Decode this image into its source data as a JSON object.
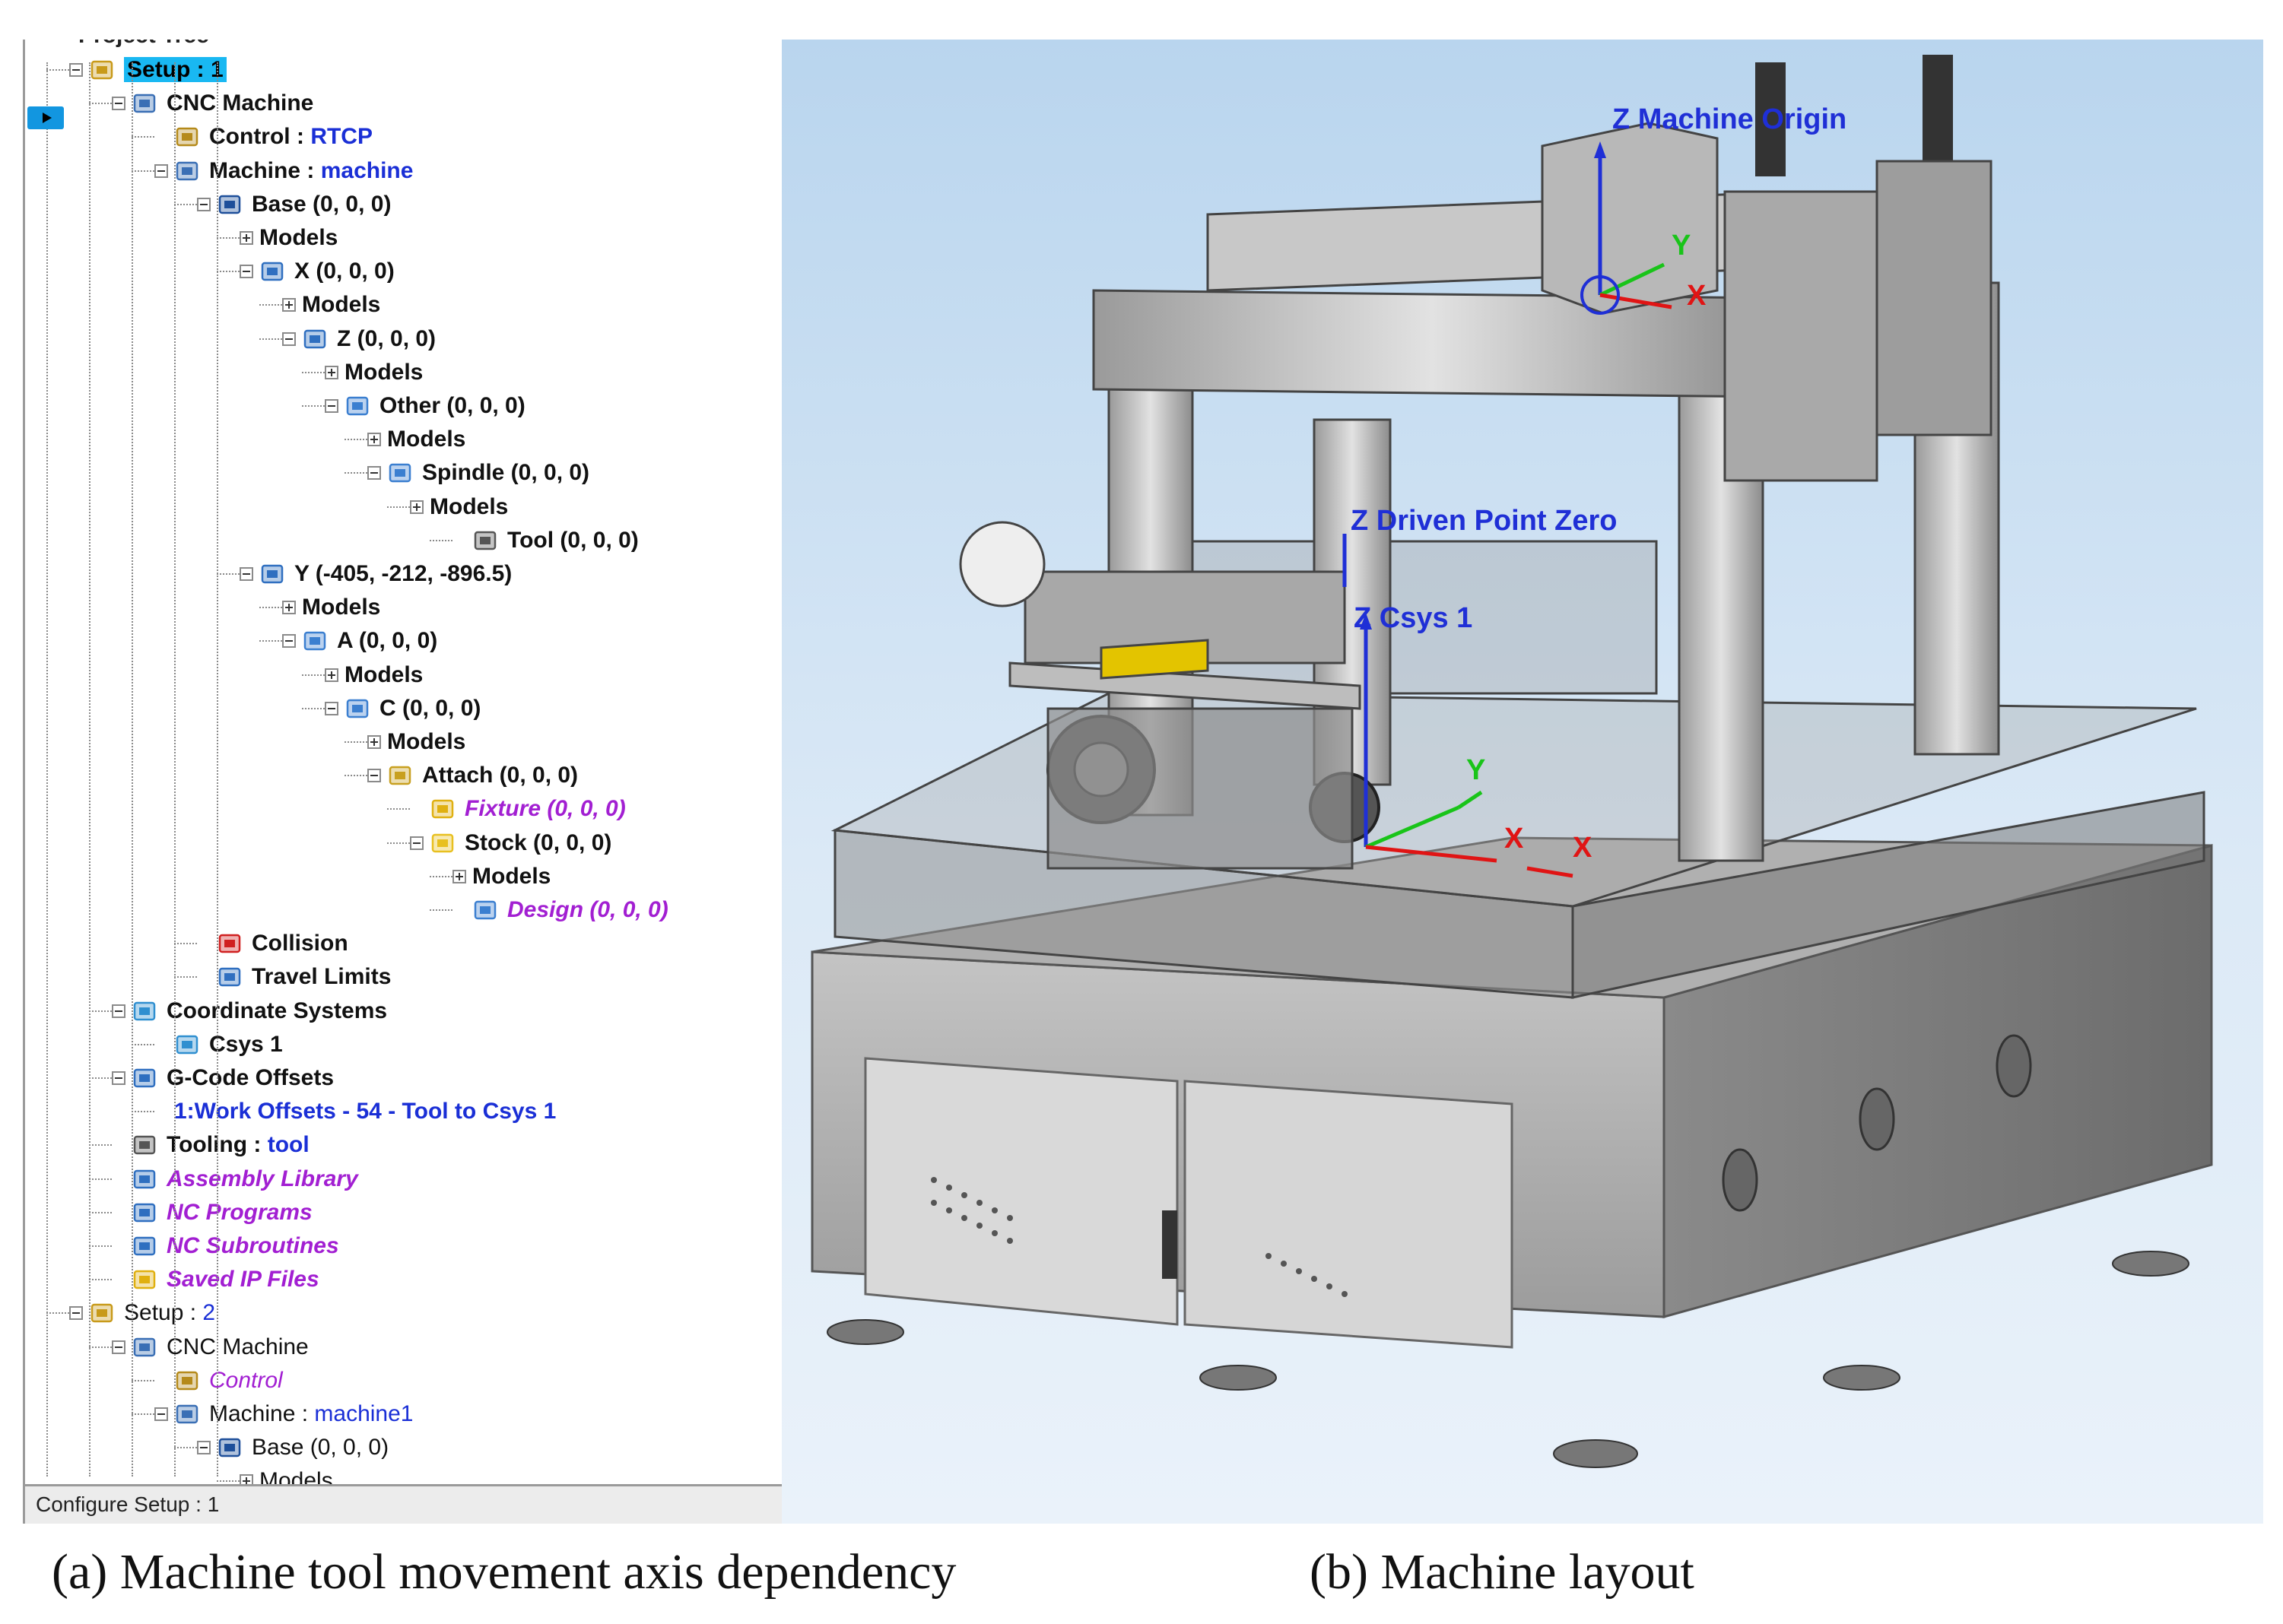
{
  "tree": {
    "top_cut_label": "Project Tree",
    "rows": [
      {
        "label": "Setup : 1",
        "value": "",
        "style": "sel",
        "icon": "setup-icon"
      },
      {
        "label": "CNC Machine",
        "value": "",
        "style": "",
        "icon": "cnc-machine-icon"
      },
      {
        "label": "Control : ",
        "value": "RTCP",
        "style": "",
        "icon": "control-icon"
      },
      {
        "label": "Machine : ",
        "value": "machine",
        "style": "",
        "icon": "machine-icon"
      },
      {
        "label": "Base (0, 0, 0)",
        "value": "",
        "style": "",
        "icon": "base-icon"
      },
      {
        "label": "Models",
        "value": "",
        "style": "",
        "icon": ""
      },
      {
        "label": "X (0, 0, 0)",
        "value": "",
        "style": "",
        "icon": "linear-axis-icon"
      },
      {
        "label": "Models",
        "value": "",
        "style": "",
        "icon": ""
      },
      {
        "label": "Z (0, 0, 0)",
        "value": "",
        "style": "",
        "icon": "linear-axis-icon"
      },
      {
        "label": "Models",
        "value": "",
        "style": "",
        "icon": ""
      },
      {
        "label": "Other (0, 0, 0)",
        "value": "",
        "style": "",
        "icon": "other-icon"
      },
      {
        "label": "Models",
        "value": "",
        "style": "",
        "icon": ""
      },
      {
        "label": "Spindle (0, 0, 0)",
        "value": "",
        "style": "",
        "icon": "spindle-icon"
      },
      {
        "label": "Models",
        "value": "",
        "style": "",
        "icon": ""
      },
      {
        "label": "Tool (0, 0, 0)",
        "value": "",
        "style": "",
        "icon": "tool-icon"
      },
      {
        "label": "Y (-405, -212, -896.5)",
        "value": "",
        "style": "",
        "icon": "linear-axis-icon"
      },
      {
        "label": "Models",
        "value": "",
        "style": "",
        "icon": ""
      },
      {
        "label": "A (0, 0, 0)",
        "value": "",
        "style": "",
        "icon": "rotary-axis-icon"
      },
      {
        "label": "Models",
        "value": "",
        "style": "",
        "icon": ""
      },
      {
        "label": "C (0, 0, 0)",
        "value": "",
        "style": "",
        "icon": "rotary-axis-icon"
      },
      {
        "label": "Models",
        "value": "",
        "style": "",
        "icon": ""
      },
      {
        "label": "Attach (0, 0, 0)",
        "value": "",
        "style": "",
        "icon": "attach-icon"
      },
      {
        "label": "Fixture (0, 0, 0)",
        "value": "",
        "style": "italic-purple",
        "icon": "fixture-icon"
      },
      {
        "label": "Stock (0, 0, 0)",
        "value": "",
        "style": "",
        "icon": "stock-icon"
      },
      {
        "label": "Models",
        "value": "",
        "style": "",
        "icon": ""
      },
      {
        "label": "Design (0, 0, 0)",
        "value": "",
        "style": "italic-purple",
        "icon": "design-icon"
      },
      {
        "label": "Collision",
        "value": "",
        "style": "",
        "icon": "collision-icon"
      },
      {
        "label": "Travel Limits",
        "value": "",
        "style": "",
        "icon": "travel-limits-icon"
      },
      {
        "label": "Coordinate Systems",
        "value": "",
        "style": "",
        "icon": "coordinate-systems-icon"
      },
      {
        "label": "Csys 1",
        "value": "",
        "style": "",
        "icon": "csys-icon"
      },
      {
        "label": "G-Code Offsets",
        "value": "",
        "style": "",
        "icon": "gcode-offsets-icon"
      },
      {
        "label": "1:Work Offsets - 54 - Tool to Csys 1",
        "value": "",
        "style": "blue",
        "icon": ""
      },
      {
        "label": "Tooling : ",
        "value": "tool",
        "style": "",
        "icon": "tooling-icon"
      },
      {
        "label": "Assembly Library",
        "value": "",
        "style": "italic-purple",
        "icon": "assembly-library-icon"
      },
      {
        "label": "NC Programs",
        "value": "",
        "style": "italic-purple",
        "icon": "nc-programs-icon"
      },
      {
        "label": "NC Subroutines",
        "value": "",
        "style": "italic-purple",
        "icon": "nc-subroutines-icon"
      },
      {
        "label": "Saved IP Files",
        "value": "",
        "style": "italic-purple",
        "icon": "saved-ip-files-icon"
      },
      {
        "label": "Setup : ",
        "value": "2",
        "style": "reg",
        "icon": "setup-icon"
      },
      {
        "label": "CNC Machine",
        "value": "",
        "style": "reg",
        "icon": "cnc-machine-icon"
      },
      {
        "label": "Control",
        "value": "",
        "style": "reg italic-purple",
        "icon": "control-icon"
      },
      {
        "label": "Machine : ",
        "value": "machine1",
        "style": "reg",
        "icon": "machine-icon"
      },
      {
        "label": "Base (0, 0, 0)",
        "value": "",
        "style": "reg",
        "icon": "base-icon"
      },
      {
        "label": "Models",
        "value": "",
        "style": "reg",
        "icon": ""
      }
    ]
  },
  "status_bar": {
    "text": "Configure Setup : 1"
  },
  "viewport": {
    "labels": {
      "machine_origin": "Z Machine Origin",
      "driven_point_zero": "Z Driven Point Zero",
      "csys1": "Z Csys 1",
      "axis_y": "Y",
      "axis_x": "X"
    },
    "colors": {
      "z_axis": "#1f2fd6",
      "y_axis": "#19c419",
      "x_axis": "#e01414"
    }
  },
  "captions": {
    "left": "(a) Machine tool movement axis dependency",
    "right": "(b) Machine layout"
  }
}
